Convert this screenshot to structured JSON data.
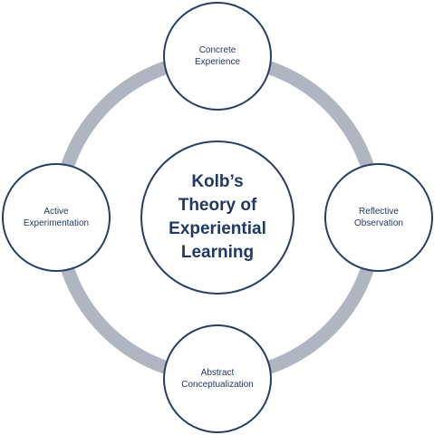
{
  "colors": {
    "ring": "#b0b5c2",
    "node_stroke": "#243f66",
    "node_fill": "#ffffff",
    "text": "#1f3864"
  },
  "center": {
    "title": "Kolb’s\nTheory of\nExperiential\nLearning"
  },
  "stages": {
    "concrete_experience": "Concrete\nExperience",
    "reflective_observation": "Reflective\nObservation",
    "abstract_conceptualization": "Abstract\nConceptualization",
    "active_experimentation": "Active\nExperimentation"
  }
}
